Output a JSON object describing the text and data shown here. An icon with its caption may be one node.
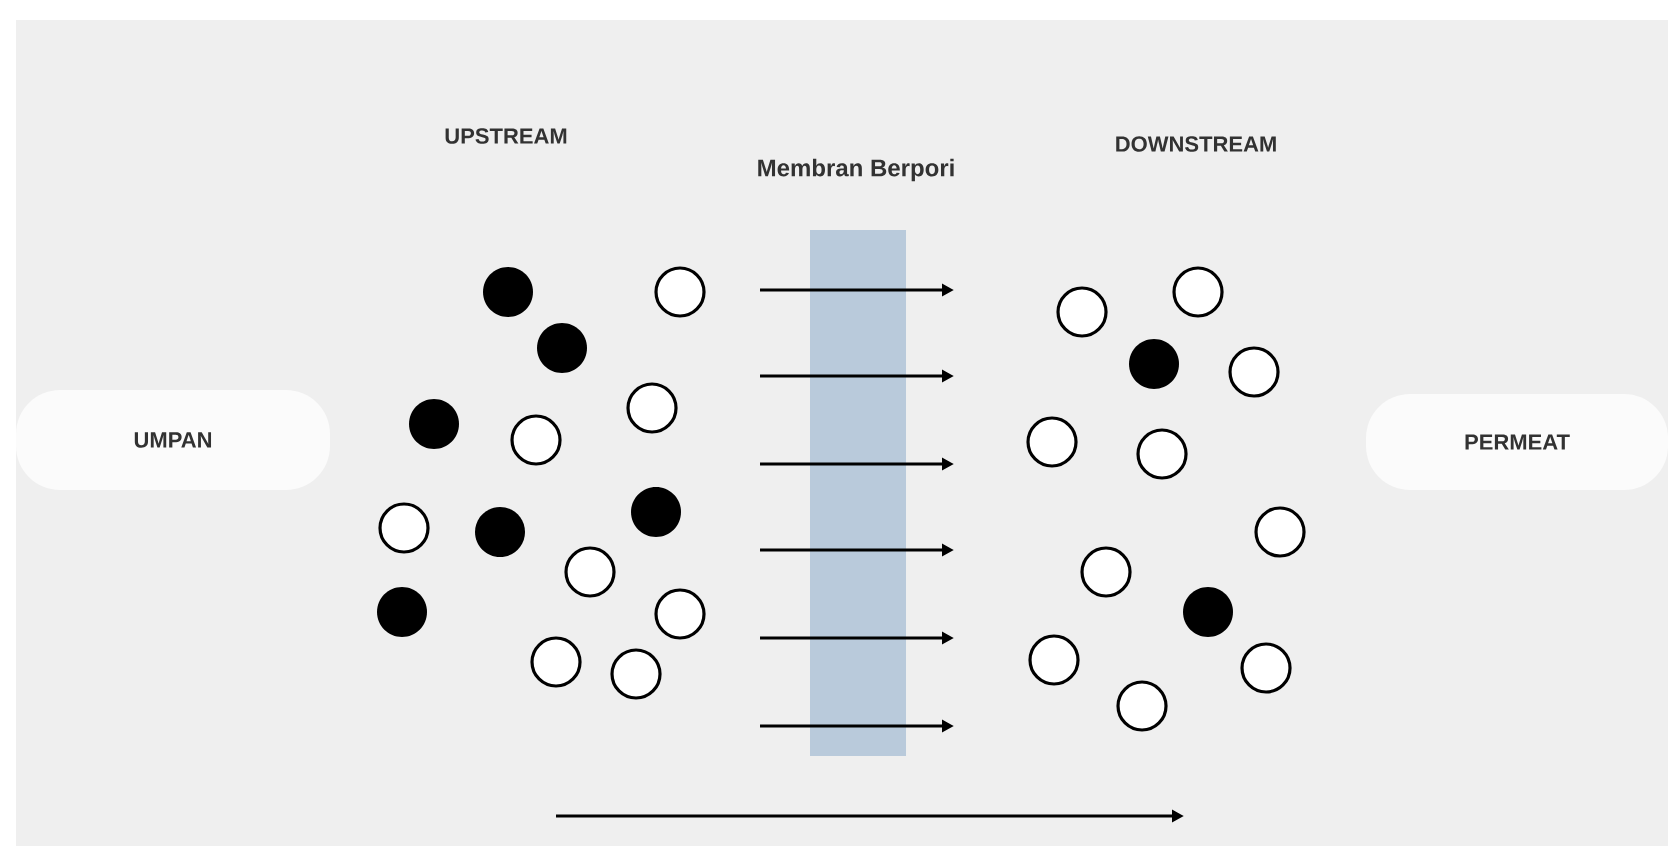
{
  "diagram": {
    "nodes": [
      {
        "text": [
          "UMPAN"
        ]
      },
      {
        "text": [
          "PERMEAT"
        ]
      },
      {
        "text": [
          "Membran Berpori"
        ]
      }
    ],
    "labels": [
      "UPSTREAM",
      "DOWNSTREAM"
    ]
  }
}
